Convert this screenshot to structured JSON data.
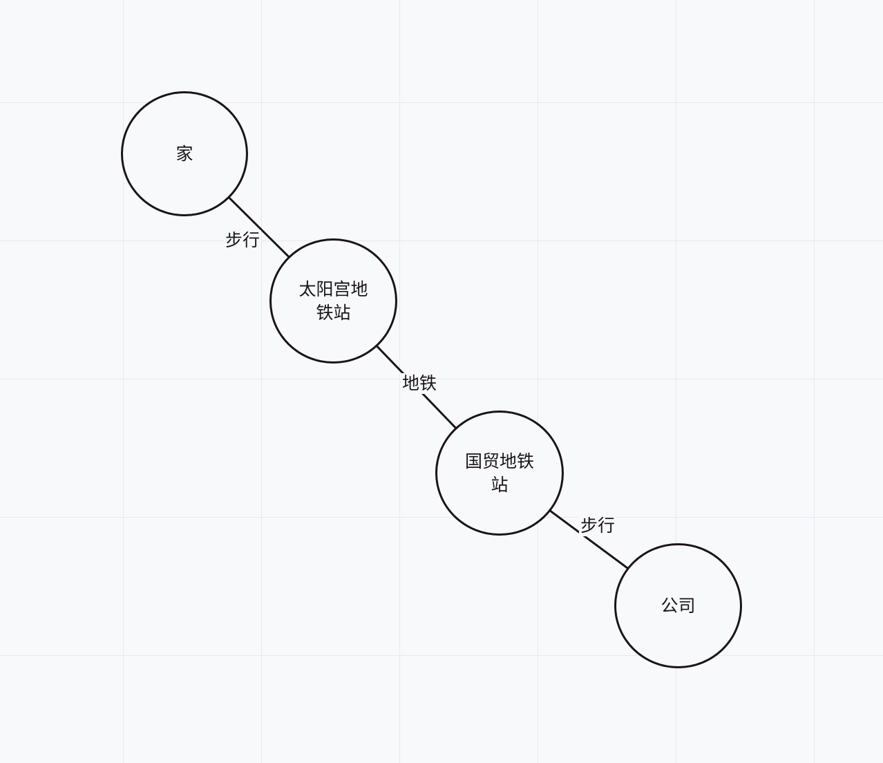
{
  "nodes": [
    {
      "id": "home",
      "label": "家"
    },
    {
      "id": "taiyanggong",
      "label": "太阳宫地铁站"
    },
    {
      "id": "guomao",
      "label": "国贸地铁站"
    },
    {
      "id": "company",
      "label": "公司"
    }
  ],
  "edges": [
    {
      "from": "home",
      "to": "taiyanggong",
      "label": "步行"
    },
    {
      "from": "taiyanggong",
      "to": "guomao",
      "label": "地铁"
    },
    {
      "from": "guomao",
      "to": "company",
      "label": "步行"
    }
  ],
  "colors": {
    "background": "#f7f9fb",
    "grid": "#e6e9ee",
    "stroke": "#1a1418"
  }
}
